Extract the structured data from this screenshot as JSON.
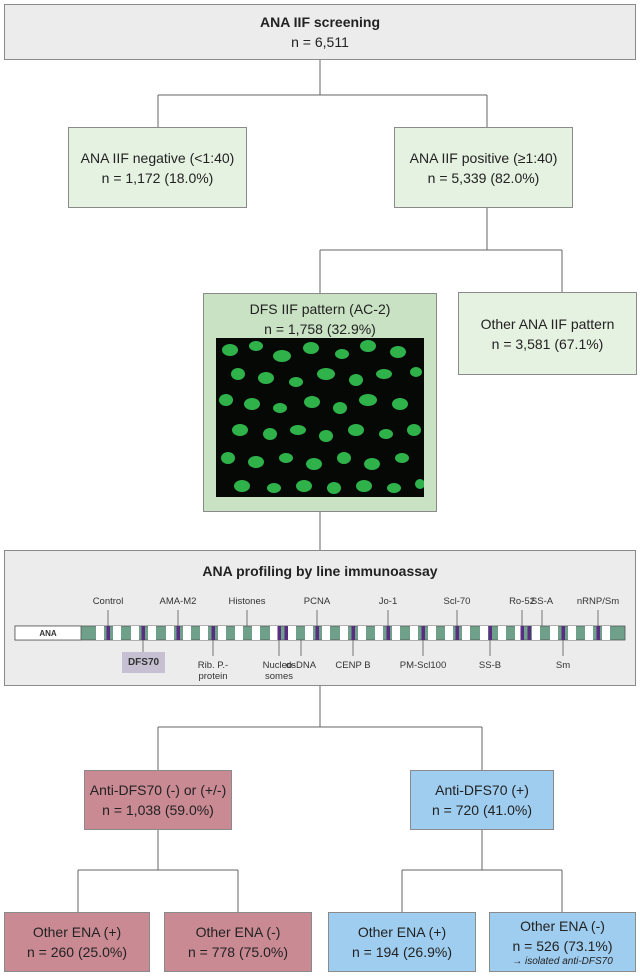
{
  "screening": {
    "title": "ANA IIF screening",
    "n": "n = 6,511"
  },
  "negative": {
    "label": "ANA IIF negative (<1:40)",
    "n": "n = 1,172 (18.0%)"
  },
  "positive": {
    "label": "ANA IIF positive (≥1:40)",
    "n": "n = 5,339 (82.0%)"
  },
  "dfs_pattern": {
    "label": "DFS IIF pattern (AC-2)",
    "n": "n = 1,758 (32.9%)"
  },
  "other_pattern": {
    "label": "Other ANA IIF pattern",
    "n": "n = 3,581 (67.1%)"
  },
  "profiling": {
    "title": "ANA profiling by line immunoassay",
    "strip_label": "ANA",
    "highlight": "DFS70",
    "top_labels": [
      "Control",
      "AMA-M2",
      "Histones",
      "PCNA",
      "Jo-1",
      "Scl-70",
      "Ro-52",
      "SS-A",
      "nRNP/Sm"
    ],
    "bottom_labels": [
      "Rib. P.-\nprotein",
      "Nucleo-\nsomes",
      "dsDNA",
      "CENP B",
      "PM-Scl100",
      "SS-B",
      "Sm"
    ]
  },
  "anti_neg": {
    "label": "Anti-DFS70 (-) or (+/-)",
    "n": "n = 1,038 (59.0%)"
  },
  "anti_pos": {
    "label": "Anti-DFS70 (+)",
    "n": "n = 720 (41.0%)"
  },
  "leaf1": {
    "label": "Other ENA (+)",
    "n": "n = 260 (25.0%)"
  },
  "leaf2": {
    "label": "Other ENA (-)",
    "n": "n = 778 (75.0%)"
  },
  "leaf3": {
    "label": "Other ENA (+)",
    "n": "n = 194 (26.9%)"
  },
  "leaf4": {
    "label": "Other ENA (-)",
    "n": "n = 526 (73.1%)",
    "note": "→ isolated anti-DFS70"
  },
  "colors": {
    "grey": "#ececec",
    "green": "#e5f1e1",
    "rose": "#c98a94",
    "blue": "#9fcdef",
    "band_purple": "#5a2d82",
    "strip_green": "#6fa08a"
  }
}
